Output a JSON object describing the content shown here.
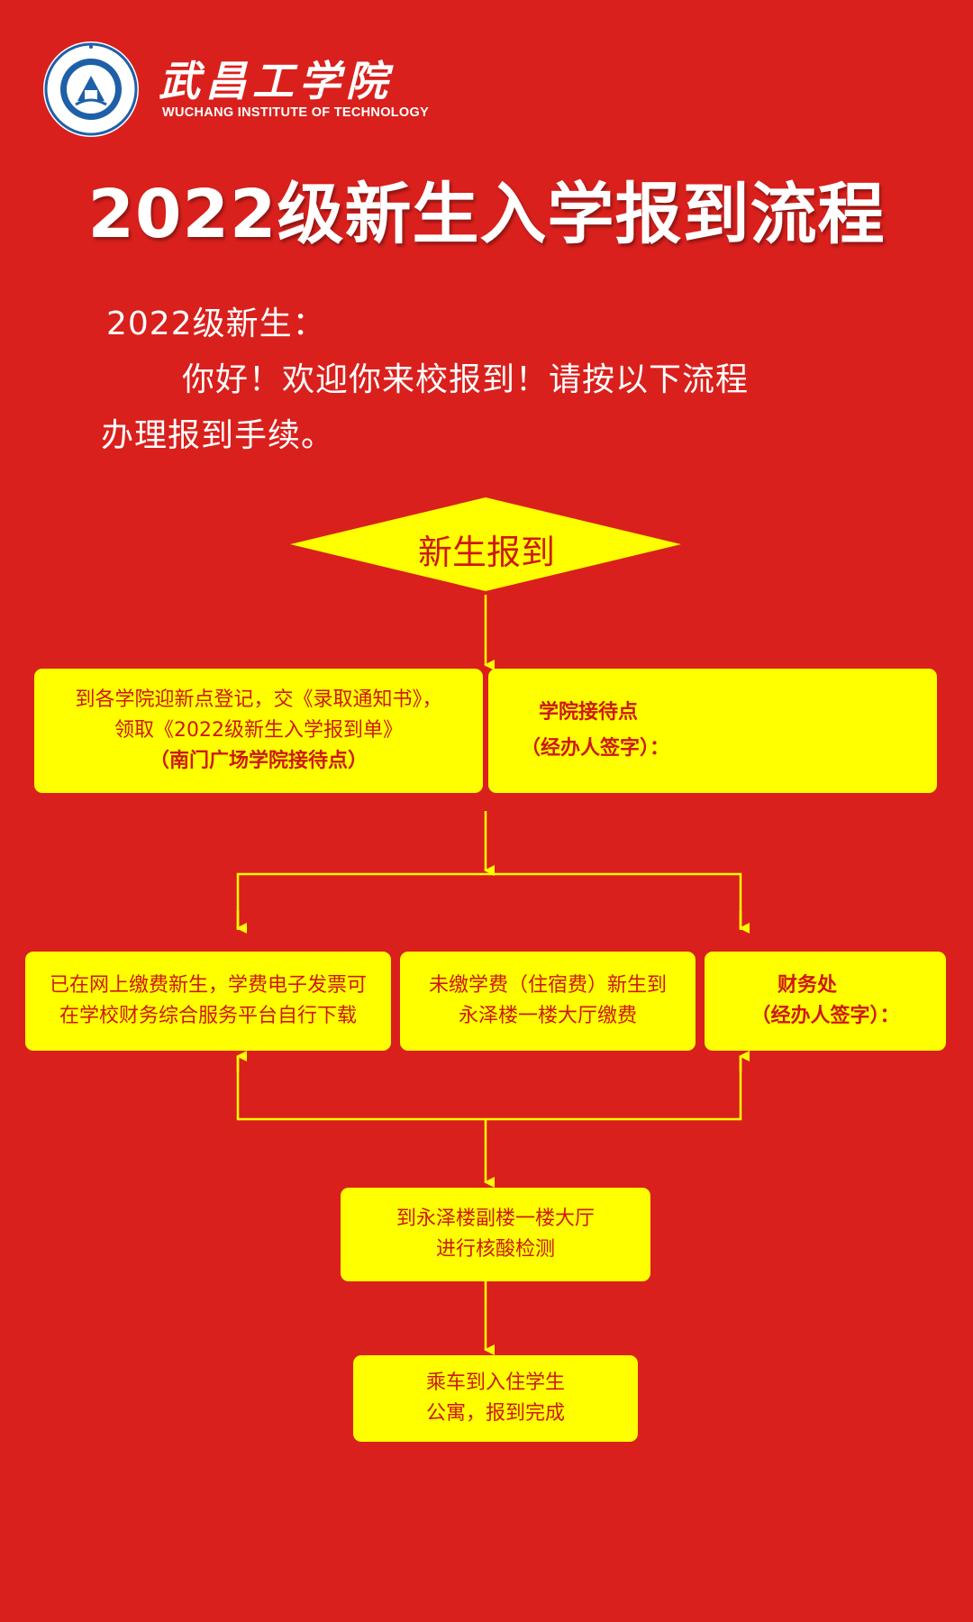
{
  "header": {
    "logo_cn": "武昌工学院",
    "logo_en": "WUCHANG INSTITUTE OF TECHNOLOGY",
    "title": "2022级新生入学报到流程"
  },
  "greeting": {
    "salutation": "2022级新生：",
    "line1": "你好！欢迎你来校报到！请按以下流程",
    "line2": "办理报到手续。"
  },
  "flow": {
    "start": "新生报到",
    "step1": {
      "line1": "到各学院迎新点登记，交《录取通知书》，",
      "line2": "领取《2022级新生入学报到单》",
      "line3": "（南门广场学院接待点）"
    },
    "step1_sign": {
      "line1": "学院接待点",
      "line2": "（经办人签字）："
    },
    "paid": {
      "line1": "已在网上缴费新生，学费电子发票可",
      "line2": "在学校财务综合服务平台自行下载"
    },
    "unpaid": {
      "line1": "未缴学费（住宿费）新生到",
      "line2": "永泽楼一楼大厅缴费"
    },
    "finance_sign": {
      "line1": "财务处",
      "line2": "（经办人签字）："
    },
    "test": {
      "line1": "到永泽楼副楼一楼大厅",
      "line2": "进行核酸检测"
    },
    "finish": {
      "line1": "乘车到入住学生",
      "line2": "公寓，报到完成"
    }
  },
  "colors": {
    "background": "#d9201c",
    "box": "#ffff00",
    "box_text": "#cc1a12",
    "line": "#ffff00"
  }
}
